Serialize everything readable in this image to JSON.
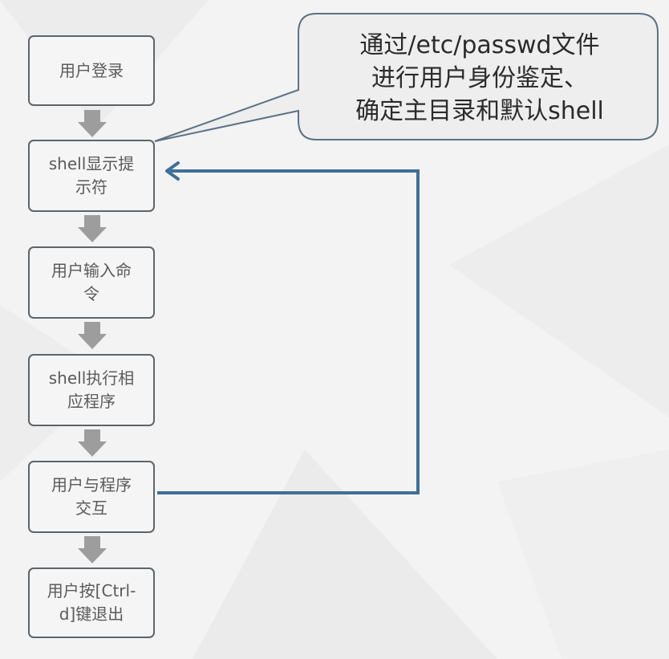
{
  "steps": [
    {
      "id": "login",
      "lines": [
        "用户登录"
      ]
    },
    {
      "id": "prompt",
      "lines": [
        "shell显示提",
        "示符"
      ]
    },
    {
      "id": "input",
      "lines": [
        "用户输入命",
        "令"
      ]
    },
    {
      "id": "exec",
      "lines": [
        "shell执行相",
        "应程序"
      ]
    },
    {
      "id": "interact",
      "lines": [
        "用户与程序",
        "交互"
      ]
    },
    {
      "id": "exit",
      "lines": [
        "用户按[Ctrl-",
        "d]键退出"
      ]
    }
  ],
  "callout": {
    "lines": [
      "通过/etc/passwd文件",
      "进行用户身份鉴定、",
      "确定主目录和默认shell"
    ]
  },
  "colors": {
    "loop_arrow": "#3f6f96",
    "step_border": "#5e6469",
    "down_arrow": "#9d9d9d",
    "callout_fill": "#eeeeef",
    "callout_border": "#5d7283"
  }
}
